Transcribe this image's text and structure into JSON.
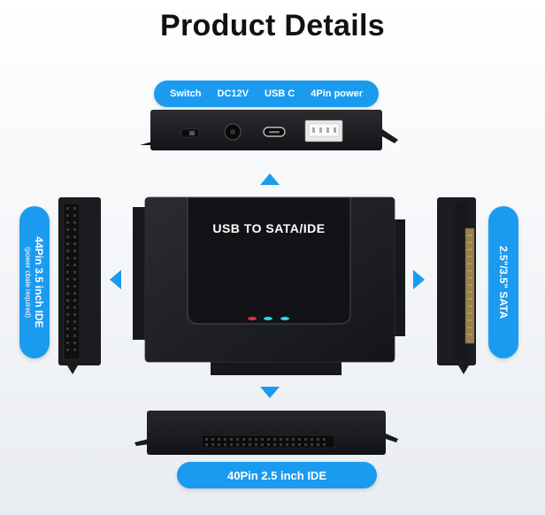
{
  "title": "Product Details",
  "top_ports": {
    "labels": [
      "Switch",
      "DC12V",
      "USB C",
      "4Pin power"
    ]
  },
  "device_label": "USB TO SATA/IDE",
  "left_port": {
    "main": "44Pin 3.5 inch IDE",
    "sub": "(power cbale required)"
  },
  "right_port": {
    "main": "2.5\"/3.5\" SATA"
  },
  "bottom_port": {
    "label": "40Pin 2.5 inch IDE"
  },
  "colors": {
    "accent": "#1a9bf0",
    "device": "#1c1d20",
    "led_red": "#e0304a",
    "led_cyan": "#2fd4e6"
  },
  "icons": {
    "direction": "triangle-arrow-icon"
  }
}
